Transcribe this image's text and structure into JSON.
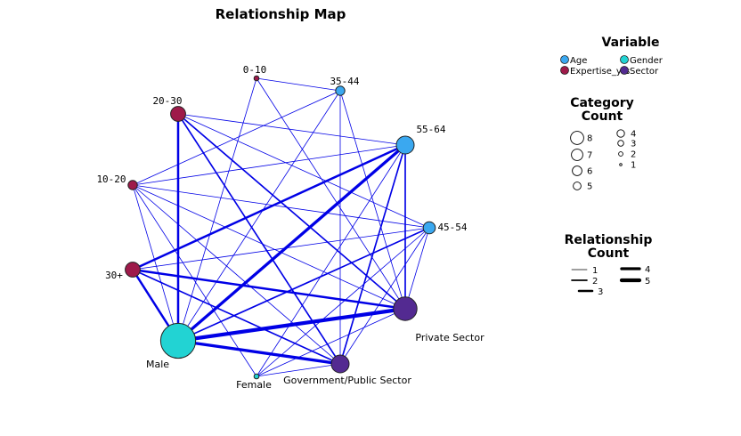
{
  "title": "Relationship Map",
  "colors": {
    "edge": "#0000e6",
    "Age": "#3aa8f0",
    "Gender": "#22d3d3",
    "Expertise_yrs": "#9e1a4a",
    "Sector": "#532a91"
  },
  "nodes": [
    {
      "id": "0-10",
      "label": "0-10",
      "variable": "Expertise_yrs",
      "count": 1
    },
    {
      "id": "35-44",
      "label": "35-44",
      "variable": "Age",
      "count": 2
    },
    {
      "id": "55-64",
      "label": "55-64",
      "variable": "Age",
      "count": 5
    },
    {
      "id": "45-54",
      "label": "45-54",
      "variable": "Age",
      "count": 3
    },
    {
      "id": "Private Sector",
      "label": "Private Sector",
      "variable": "Sector",
      "count": 7
    },
    {
      "id": "Government/Public Sector",
      "label": "Government/Public Sector",
      "variable": "Sector",
      "count": 5
    },
    {
      "id": "Female",
      "label": "Female",
      "variable": "Gender",
      "count": 1
    },
    {
      "id": "Male",
      "label": "Male",
      "variable": "Gender",
      "count": 11
    },
    {
      "id": "30+",
      "label": "30+",
      "variable": "Expertise_yrs",
      "count": 4
    },
    {
      "id": "10-20",
      "label": "10-20",
      "variable": "Expertise_yrs",
      "count": 2
    },
    {
      "id": "20-30",
      "label": "20-30",
      "variable": "Expertise_yrs",
      "count": 4
    }
  ],
  "edges": [
    {
      "source": "0-10",
      "target": "35-44",
      "count": 1
    },
    {
      "source": "0-10",
      "target": "Private Sector",
      "count": 1
    },
    {
      "source": "0-10",
      "target": "Male",
      "count": 1
    },
    {
      "source": "35-44",
      "target": "10-20",
      "count": 1
    },
    {
      "source": "35-44",
      "target": "Male",
      "count": 1
    },
    {
      "source": "35-44",
      "target": "Government/Public Sector",
      "count": 1
    },
    {
      "source": "35-44",
      "target": "Private Sector",
      "count": 1
    },
    {
      "source": "20-30",
      "target": "55-64",
      "count": 1
    },
    {
      "source": "20-30",
      "target": "45-54",
      "count": 1
    },
    {
      "source": "20-30",
      "target": "Private Sector",
      "count": 2
    },
    {
      "source": "20-30",
      "target": "Government/Public Sector",
      "count": 2
    },
    {
      "source": "20-30",
      "target": "Male",
      "count": 3
    },
    {
      "source": "10-20",
      "target": "55-64",
      "count": 1
    },
    {
      "source": "10-20",
      "target": "45-54",
      "count": 1
    },
    {
      "source": "10-20",
      "target": "Female",
      "count": 1
    },
    {
      "source": "10-20",
      "target": "Male",
      "count": 1
    },
    {
      "source": "10-20",
      "target": "Private Sector",
      "count": 1
    },
    {
      "source": "10-20",
      "target": "Government/Public Sector",
      "count": 1
    },
    {
      "source": "30+",
      "target": "55-64",
      "count": 3
    },
    {
      "source": "30+",
      "target": "45-54",
      "count": 1
    },
    {
      "source": "30+",
      "target": "Private Sector",
      "count": 3
    },
    {
      "source": "30+",
      "target": "Government/Public Sector",
      "count": 2
    },
    {
      "source": "30+",
      "target": "Male",
      "count": 3
    },
    {
      "source": "55-64",
      "target": "Male",
      "count": 4
    },
    {
      "source": "55-64",
      "target": "Private Sector",
      "count": 2
    },
    {
      "source": "55-64",
      "target": "Government/Public Sector",
      "count": 2
    },
    {
      "source": "55-64",
      "target": "Female",
      "count": 1
    },
    {
      "source": "45-54",
      "target": "Male",
      "count": 2
    },
    {
      "source": "45-54",
      "target": "Private Sector",
      "count": 1
    },
    {
      "source": "45-54",
      "target": "Government/Public Sector",
      "count": 1
    },
    {
      "source": "45-54",
      "target": "Female",
      "count": 1
    },
    {
      "source": "Male",
      "target": "Private Sector",
      "count": 5
    },
    {
      "source": "Male",
      "target": "Government/Public Sector",
      "count": 4
    },
    {
      "source": "Female",
      "target": "Private Sector",
      "count": 1
    },
    {
      "source": "Female",
      "target": "Government/Public Sector",
      "count": 1
    }
  ],
  "legend_variable": {
    "title": "Variable",
    "items": [
      {
        "label": "Age",
        "key": "Age"
      },
      {
        "label": "Gender",
        "key": "Gender"
      },
      {
        "label": "Expertise_yrs",
        "key": "Expertise_yrs"
      },
      {
        "label": "Sector",
        "key": "Sector"
      }
    ]
  },
  "legend_category": {
    "title_line1": "Category",
    "title_line2": "Count",
    "items": [
      {
        "label": "8",
        "value": 8
      },
      {
        "label": "7",
        "value": 7
      },
      {
        "label": "6",
        "value": 6
      },
      {
        "label": "5",
        "value": 5
      },
      {
        "label": "4",
        "value": 4
      },
      {
        "label": "3",
        "value": 3
      },
      {
        "label": "2",
        "value": 2
      },
      {
        "label": "1",
        "value": 1
      }
    ]
  },
  "legend_relationship": {
    "title_line1": "Relationship",
    "title_line2": "Count",
    "items": [
      {
        "label": "1",
        "value": 1
      },
      {
        "label": "2",
        "value": 2
      },
      {
        "label": "3",
        "value": 3
      },
      {
        "label": "4",
        "value": 4
      },
      {
        "label": "5",
        "value": 5
      }
    ]
  }
}
